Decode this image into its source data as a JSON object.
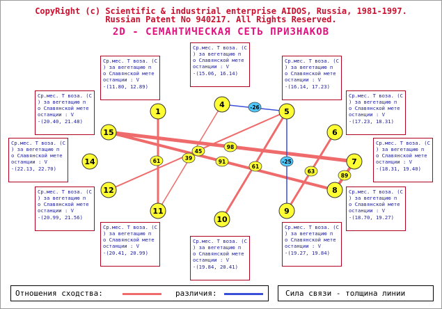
{
  "header": {
    "copyright": "CopyRight (c) Scientific & industrial enterprise AIDOS, Russia, 1981-1997.",
    "patent": "Russian Patent No 940217. All Rights Reserved.",
    "title": "2D - СЕМАНТИЧЕСКАЯ СЕТЬ ПРИЗНАКОВ"
  },
  "nodes": [
    {
      "id": "1",
      "label": "1"
    },
    {
      "id": "4",
      "label": "4"
    },
    {
      "id": "5",
      "label": "5"
    },
    {
      "id": "6",
      "label": "6"
    },
    {
      "id": "7",
      "label": "7"
    },
    {
      "id": "8",
      "label": "8"
    },
    {
      "id": "9",
      "label": "9"
    },
    {
      "id": "10",
      "label": "10"
    },
    {
      "id": "11",
      "label": "11"
    },
    {
      "id": "12",
      "label": "12"
    },
    {
      "id": "14",
      "label": "14"
    },
    {
      "id": "15",
      "label": "15"
    }
  ],
  "edges": [
    {
      "from": "15",
      "to": "7",
      "type": "similarity",
      "weight": "98"
    },
    {
      "from": "15",
      "to": "8",
      "type": "similarity",
      "weight": "91"
    },
    {
      "from": "1",
      "to": "11",
      "type": "similarity",
      "weight": "61"
    },
    {
      "from": "5",
      "to": "10",
      "type": "similarity",
      "weight": "61"
    },
    {
      "from": "5",
      "to": "12",
      "type": "similarity",
      "weight": "45"
    },
    {
      "from": "4",
      "to": "11",
      "type": "similarity",
      "weight": "39"
    },
    {
      "from": "6",
      "to": "9",
      "type": "similarity",
      "weight": "63"
    },
    {
      "from": "7",
      "to": "8",
      "type": "similarity",
      "weight": "89"
    },
    {
      "from": "4",
      "to": "5",
      "type": "difference",
      "weight": "-26"
    },
    {
      "from": "5",
      "to": "9",
      "type": "difference",
      "weight": "-25"
    }
  ],
  "boxes": [
    {
      "text": "Ср.мес. T воза. (С\n) за вегетацию п\nо Славянской мете\nостанции  :  V",
      "range": "-(15.06, 16.14)"
    },
    {
      "text": "Ср.мес. T воза. (С\n) за вегетацию п\nо Славянской мете\nостанции  :  V",
      "range": "-(11.80, 12.89)"
    },
    {
      "text": "Ср.мес. T воза. (С\n) за вегетацию п\nо Славянской мете\nостанции  :  V",
      "range": "-(16.14, 17.23)"
    },
    {
      "text": "Ср.мес. T воза. (С\n) за вегетацию п\nо Славянской мете\nостанции  :  V",
      "range": "-(20.40, 21.48)"
    },
    {
      "text": "Ср.мес. T воза. (С\n) за вегетацию п\nо Славянской мете\nостанции  :  V",
      "range": "-(17.23, 18.31)"
    },
    {
      "text": "Ср.мес. T воза. (С\n) за вегетацию п\nо Славянской мете\nостанции  :  V",
      "range": "-(22.13, 22.70)"
    },
    {
      "text": "Ср.мес. T воза. (С\n) за вегетацию п\nо Славянской мете\nостанции  :  V",
      "range": "-(18.31, 19.40)"
    },
    {
      "text": "Ср.мес. T воза. (С\n) за вегетацию п\nо Славянской мете\nостанции  :  V",
      "range": "-(20.99, 21.56)"
    },
    {
      "text": "Ср.мес. T воза. (С\n) за вегетацию п\nо Славянской мете\nостанции  :  V",
      "range": "-(18.70, 19.27)"
    },
    {
      "text": "Ср.мес. T воза. (С\n) за вегетацию п\nо Славянской мете\nостанции  :  V",
      "range": "-(20.41, 20.99)"
    },
    {
      "text": "Ср.мес. T воза. (С\n) за вегетацию п\nо Славянской мете\nостанции  :  V",
      "range": "-(19.27, 19.84)"
    },
    {
      "text": "Ср.мес. T воза. (С\n) за вегетацию п\nо Славянской мете\nостанции  :  V",
      "range": "-(19.84, 20.41)"
    }
  ],
  "legend": {
    "similarity_label": "Отношения сходства:",
    "difference_label": "различия:",
    "thickness_note": "Сила связи - толщина линии"
  },
  "colors": {
    "similarity": "#ef6a6a",
    "difference": "#3a4fd8",
    "node_fill": "#ffff33",
    "weight_fill": "#ffff33",
    "difference_weight_fill": "#4fc8ff",
    "header_red": "#c8102e",
    "title_pink": "#e0107f"
  }
}
